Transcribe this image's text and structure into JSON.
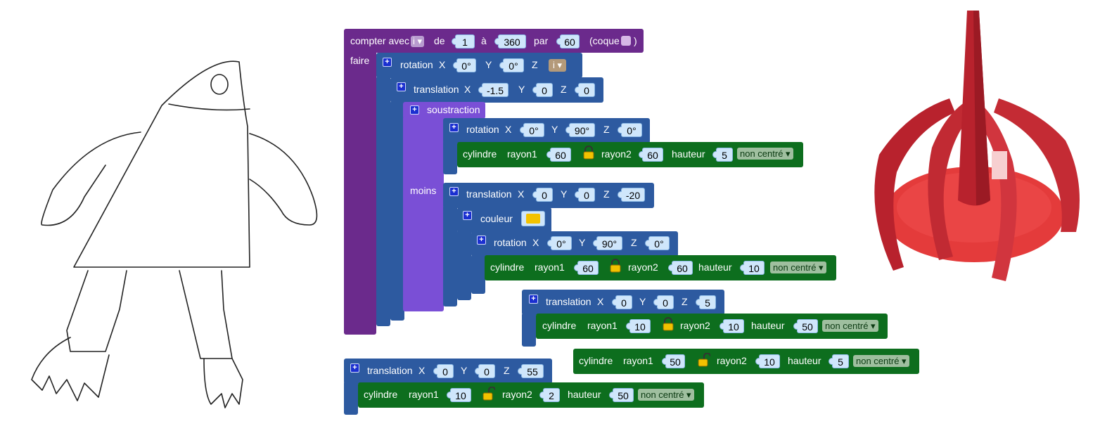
{
  "loop": {
    "compter": "compter avec",
    "var": "i ▾",
    "de": "de",
    "from": "1",
    "a": "à",
    "to": "360",
    "par": "par",
    "step": "60",
    "coque": "(coque",
    "close": ")",
    "faire": "faire"
  },
  "rotation1": {
    "label": "rotation",
    "x": "0°",
    "y": "0°",
    "z_var": "i ▾"
  },
  "translation1": {
    "label": "translation",
    "x": "-1.5",
    "y": "0",
    "z": "0"
  },
  "soustraction": {
    "label": "soustraction",
    "moins": "moins"
  },
  "rotation2": {
    "label": "rotation",
    "x": "0°",
    "y": "90°",
    "z": "0°"
  },
  "cyl1": {
    "label": "cylindre",
    "r1": "60",
    "r2": "60",
    "h": "5",
    "mode": "non centré ▾"
  },
  "translation2": {
    "label": "translation",
    "x": "0",
    "y": "0",
    "z": "-20"
  },
  "couleur": {
    "label": "couleur",
    "color": "#f2c200"
  },
  "rotation3": {
    "label": "rotation",
    "x": "0°",
    "y": "90°",
    "z": "0°"
  },
  "cyl2": {
    "label": "cylindre",
    "r1": "60",
    "r2": "60",
    "h": "10",
    "mode": "non centré ▾"
  },
  "translation3": {
    "label": "translation",
    "x": "0",
    "y": "0",
    "z": "5"
  },
  "cyl3": {
    "label": "cylindre",
    "r1": "10",
    "r2": "10",
    "h": "50",
    "mode": "non centré ▾"
  },
  "cyl4": {
    "label": "cylindre",
    "r1": "50",
    "r2": "10",
    "h": "5",
    "mode": "non centré ▾"
  },
  "translation4": {
    "label": "translation",
    "x": "0",
    "y": "0",
    "z": "55"
  },
  "cyl5": {
    "label": "cylindre",
    "r1": "10",
    "r2": "2",
    "h": "50",
    "mode": "non centré ▾"
  },
  "labels": {
    "X": "X",
    "Y": "Y",
    "Z": "Z",
    "rayon1": "rayon1",
    "rayon2": "rayon2",
    "hauteur": "hauteur",
    "plus": "+"
  },
  "icons": {
    "lock": "lock-icon",
    "plus": "plus-icon"
  }
}
